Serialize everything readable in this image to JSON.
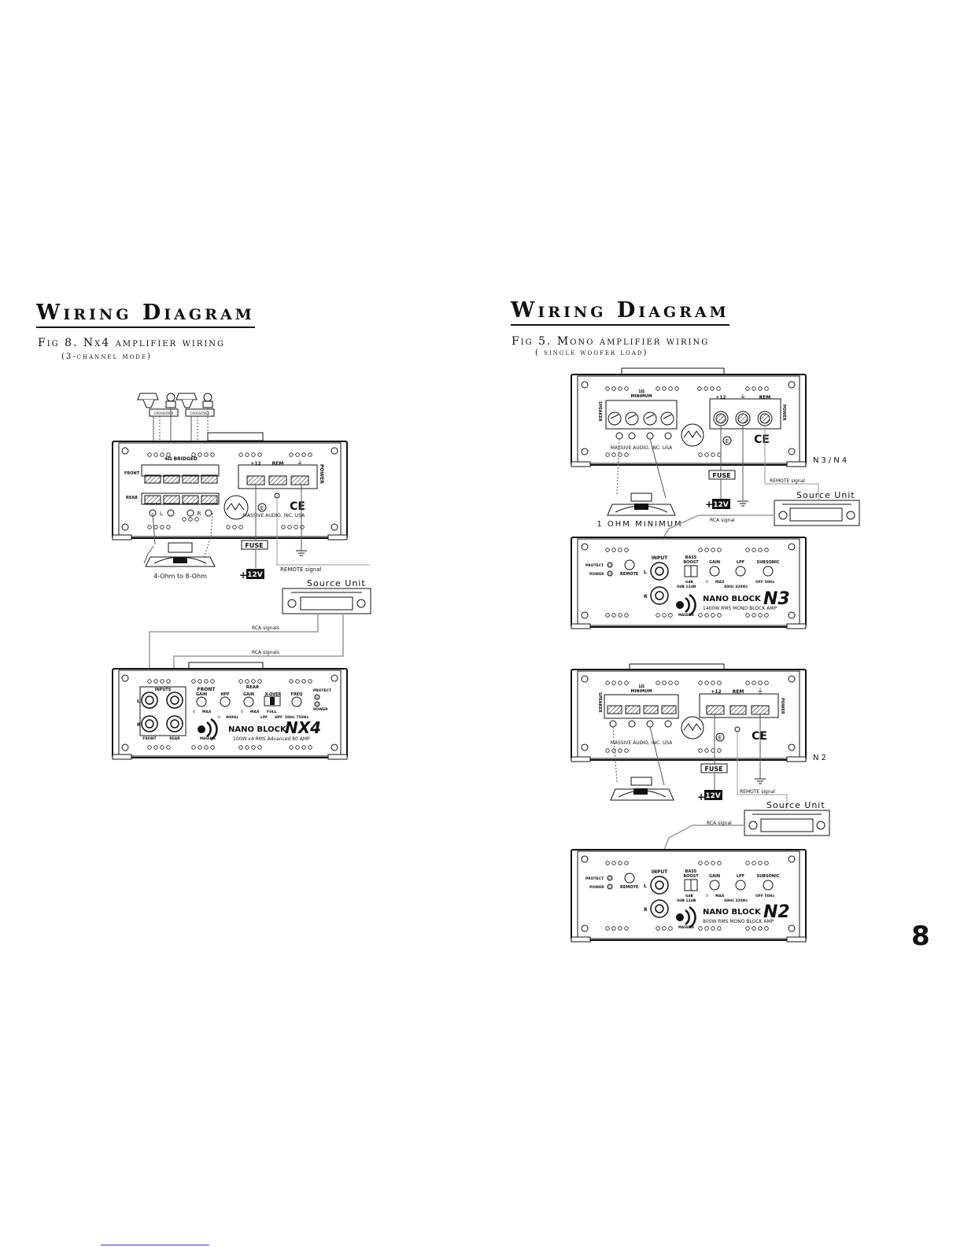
{
  "left": {
    "title": "Wiring Diagram",
    "fig": "Fig 8. Nx4 amplifier wiring",
    "sub": "(3-channel mode)",
    "amp_top": {
      "bridged": "4Ω BRIDGED",
      "front": "FRONT",
      "rear": "REAR",
      "plus12": "+12",
      "rem": "REM",
      "gnd": "⏚",
      "power": "POWER",
      "maker": "MASSIVE AUDIO, INC. USA",
      "ce": "CE",
      "e": "E",
      "l": "L",
      "r": "R",
      "crossover": "CROSSOVER"
    },
    "speaker_load": "4-Ohm to 8-Ohm",
    "fuse": "FUSE",
    "battery": "12V",
    "plus": "+",
    "remote": "REMOTE signal",
    "source": "Source Unit",
    "rca1": "RCA signals",
    "rca2": "RCA signals",
    "amp_bottom": {
      "inputs": "INPUTS",
      "front_hdr": "FRONT",
      "rear_hdr": "REAR",
      "gain": "GAIN",
      "hpf": "HPF",
      "gain2": "GAIN",
      "xover": "X-OVER",
      "freq": "FREQ",
      "protect": "PROTECT",
      "power": "POWER",
      "l": "L",
      "r": "R",
      "front": "FRONT",
      "rear": "REAR",
      "zero1": "0",
      "max1": "MAX",
      "zero2": "0",
      "hz800": "800Hz",
      "zero3": "0",
      "max3": "MAX",
      "full": "FULL",
      "lpf": "LPF",
      "hpf_row": "HPF",
      "freq_range": "50Hz 750Hz",
      "brand": "NANO BLOCK",
      "model": "NX4",
      "massive": "MASSIVE",
      "spec": "100W x4 RMS Advanced 80 AMP"
    }
  },
  "right": {
    "title": "Wiring Diagram",
    "fig": "Fig 5. Mono amplifier wiring",
    "sub": "( single woofer load)",
    "n34": {
      "min": "1Ω",
      "minimum": "MINIMUM",
      "speaker": "SPEAKER",
      "plus12": "+12",
      "gnd": "⏚",
      "rem": "REM",
      "power": "POWER",
      "maker": "MASSIVE AUDIO, INC. USA",
      "ce": "CE",
      "e": "E",
      "label": "N3/N4"
    },
    "remote1": "REMOTE signal",
    "source1": "Source Unit",
    "fuse1": "FUSE",
    "battery1": "12V",
    "plus1": "+",
    "ohm": "1 OHM MINIMUM",
    "rca1": "RCA signal",
    "n3": {
      "protect": "PROTECT",
      "power": "POWER",
      "remote": "REMOTE",
      "input": "INPUT",
      "l": "L",
      "r": "R",
      "bass": "BASS",
      "boost": "BOOST",
      "gain": "GAIN",
      "lpf": "LPF",
      "subsonic": "SUBSONIC",
      "db_row": "0dB  12dB",
      "six": "6dB",
      "zero": "0",
      "max": "MAX",
      "lpf_range": "40Hz 320Hz",
      "off": "OFF 50Hz",
      "brand": "NANO BLOCK",
      "model": "N3",
      "massive": "MASSIVE",
      "spec": "1400W RMS MONO BLOCK AMP"
    },
    "n2_top": {
      "min": "1Ω",
      "minimum": "MINIMUM",
      "speaker": "SPEAKER",
      "plus12": "+12",
      "rem": "REM",
      "gnd": "⏚",
      "power": "POWER",
      "maker": "MASSIVE AUDIO, INC. USA",
      "ce": "CE",
      "e": "E",
      "label": "N2"
    },
    "fuse2": "FUSE",
    "battery2": "12V",
    "plus2": "+",
    "remote2": "REMOTE signal",
    "source2": "Source Unit",
    "rca2": "RCA signal",
    "n2": {
      "protect": "PROTECT",
      "power": "POWER",
      "remote": "REMOTE",
      "input": "INPUT",
      "l": "L",
      "r": "R",
      "bass": "BASS",
      "boost": "BOOST",
      "gain": "GAIN",
      "lpf": "LPF",
      "subsonic": "SUBSONIC",
      "db_row": "0dB  12dB",
      "six": "6dB",
      "zero": "0",
      "max": "MAX",
      "lpf_range": "40Hz 320Hz",
      "off": "OFF 50Hz",
      "brand": "NANO BLOCK",
      "model": "N2",
      "massive": "MASSIVE",
      "spec": "800W RMS MONO BLOCK AMP"
    }
  },
  "page_number": "8"
}
